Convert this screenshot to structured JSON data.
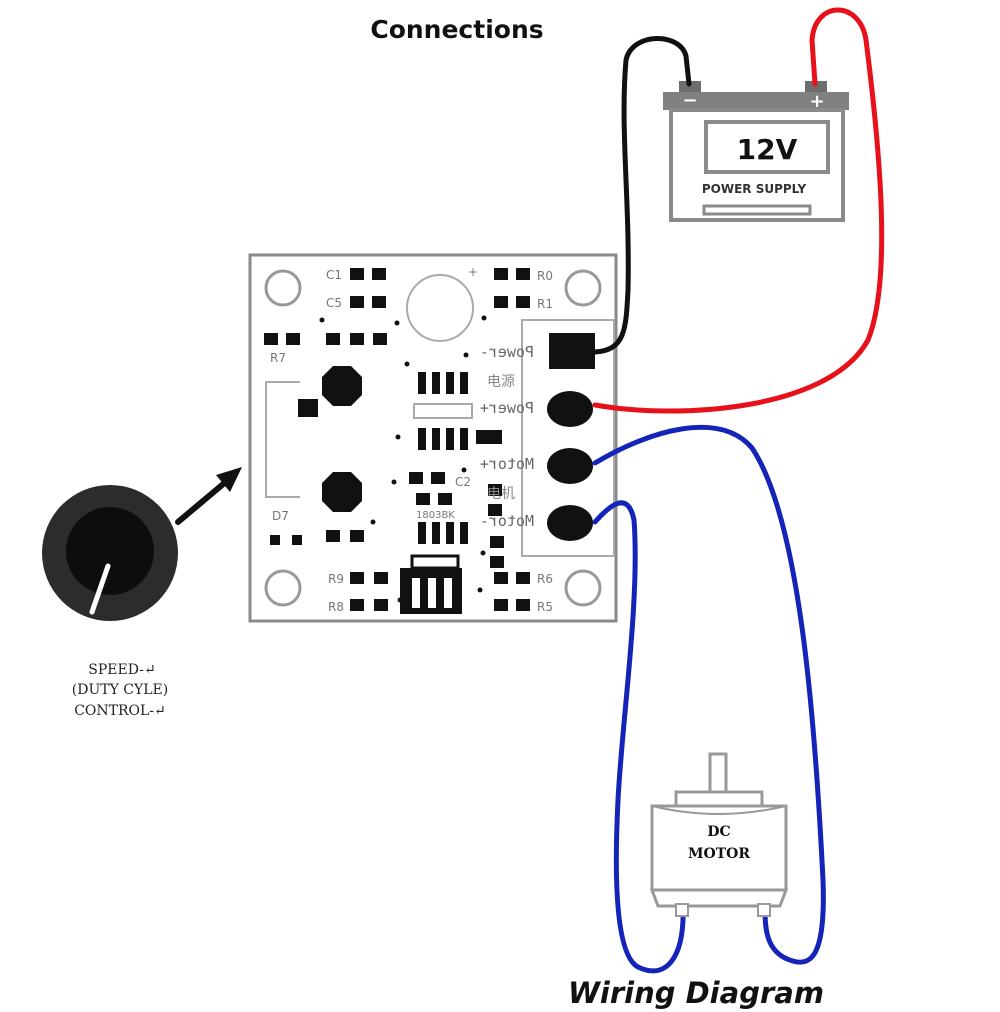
{
  "title": "Connections",
  "footer_title": "Wiring Diagram",
  "battery": {
    "voltage": "12V",
    "label": "POWER SUPPLY",
    "neg_sign": "−",
    "pos_sign": "+"
  },
  "knob": {
    "line1": "SPEED-↵",
    "line2": "(DUTY CYLE)",
    "line3": "CONTROL-↵"
  },
  "motor": {
    "line1": "DC",
    "line2": "MOTOR"
  },
  "board": {
    "c1": "C1",
    "c5": "C5",
    "r0": "R0",
    "r1": "R1",
    "r7": "R7",
    "d7": "D7",
    "r9": "R9",
    "r8": "R8",
    "r6": "R6",
    "r5": "R5",
    "c2": "C2",
    "chip": "1803BK",
    "plus_mark": "+"
  },
  "terminals": {
    "power_minus": "Power-",
    "power_plus": "Power+",
    "motor_plus": "Motor+",
    "motor_minus": "Motor-",
    "cn_power": "电源",
    "cn_motor": "电机"
  },
  "colors": {
    "wire_black": "#111111",
    "wire_red": "#e8101a",
    "wire_blue": "#1423b8",
    "pad": "#111111",
    "board_outline": "#8a8a8a"
  }
}
